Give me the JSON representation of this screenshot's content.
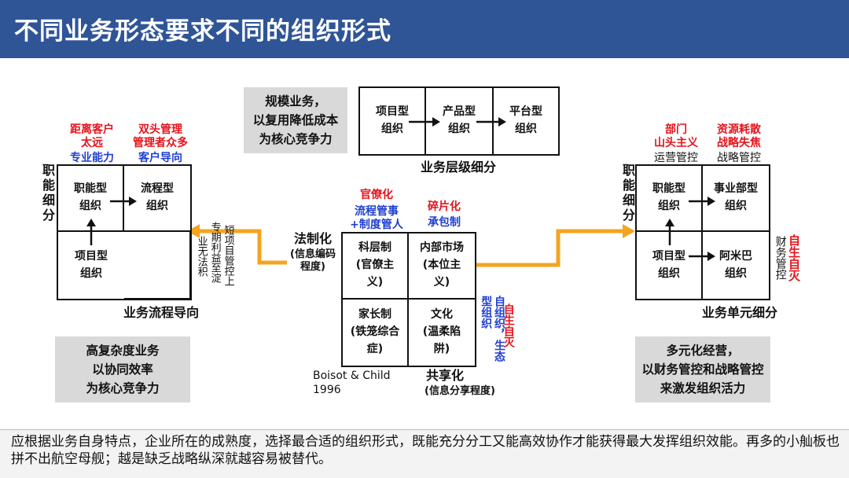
{
  "header": {
    "title": "不同业务形态要求不同的组织形式"
  },
  "top_gray": {
    "text": "规模业务，\n以复用降低成本\n为核心竞争力"
  },
  "layer_chain": {
    "cells": [
      "项目型\n组织",
      "产品型\n组织",
      "平台型\n组织"
    ],
    "caption": "业务层级细分"
  },
  "left_matrix": {
    "red_top_left": "距离客户\n太远",
    "blue_top_left": "专业能力",
    "red_top_right": "双头管理\n管理者众多",
    "blue_top_right": "客户导向",
    "y_axis": "职\n能\n细\n分",
    "cells": [
      "职能型\n组织",
      "流程型\n组织",
      "项目型\n组织"
    ],
    "x_axis": "业务流程导向",
    "side_cols": [
      "短项目管控上",
      "专期利益至淀",
      "业无法积"
    ]
  },
  "center_matrix": {
    "top_red_left": "官僚化",
    "top_blue_left": "流程管事\n+制度管人",
    "top_red_right": "碎片化",
    "top_blue_right": "承包制",
    "left_label": "法制化",
    "left_sub": "(信息编码\n程度)",
    "cells": [
      "科层制\n(官僚主\n义)",
      "内部市场\n(本位主\n义)",
      "家长制\n(铁笼综合\n症)",
      "文化\n(温柔陷\n阱)"
    ],
    "right_blue": "自组织，生态型组织",
    "right_red": "自生自灭",
    "citation": "Boisot & Child\n1996",
    "bottom_label": "共享化",
    "bottom_sub": "(信息分享程度)"
  },
  "right_matrix": {
    "red_top_left": "部门\n山头主义",
    "black_top_left": "运营管控",
    "red_top_right": "资源耗散\n战略失焦",
    "black_top_right": "战略管控",
    "y_axis": "职\n能\n细\n分",
    "cells": [
      "职能型\n组织",
      "事业部型\n组织",
      "项目型\n组织",
      "阿米巴\n组织"
    ],
    "x_axis": "业务单元细分",
    "side_black": "财务管控",
    "side_red": "自生自灭"
  },
  "bottom_left_gray": {
    "text": "高复杂度业务\n以协同效率\n为核心竞争力"
  },
  "bottom_right_gray": {
    "text": "多元化经营，\n以财务管控和战略管控\n来激发组织活力"
  },
  "footer": {
    "text": "应根据业务自身特点，企业所在的成熟度，选择最合适的组织形式，既能充分分工又能高效协作才能获得最大发挥组织效能。再多的小舢板也拼不出航空母舰；越是缺乏战略纵深就越容易被替代。"
  },
  "colors": {
    "header": "#2f5597",
    "red": "#e3141c",
    "blue": "#1f3fd0",
    "arrow_orange": "#f5a41f",
    "gray_box": "#d9d9d9"
  }
}
